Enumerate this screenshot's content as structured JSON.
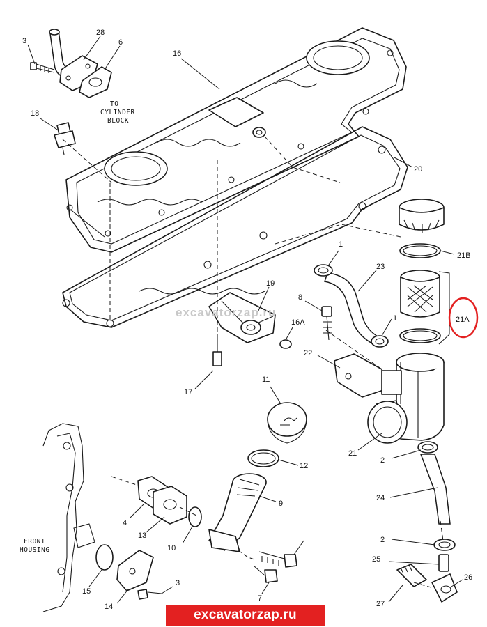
{
  "labels": {
    "p1a": "1",
    "p1b": "1",
    "p2a": "2",
    "p2b": "2",
    "p3a": "3",
    "p3b": "3",
    "p4": "4",
    "p6": "6",
    "p7": "7",
    "p8": "8",
    "p9": "9",
    "p10": "10",
    "p11": "11",
    "p12": "12",
    "p13": "13",
    "p14": "14",
    "p15": "15",
    "p16": "16",
    "p16a": "16A",
    "p17": "17",
    "p18": "18",
    "p19": "19",
    "p20": "20",
    "p21": "21",
    "p21a": "21A",
    "p21b": "21B",
    "p22": "22",
    "p23": "23",
    "p24": "24",
    "p25": "25",
    "p26": "26",
    "p27": "27",
    "p28": "28"
  },
  "notes": {
    "to_cylinder_block": [
      "TO",
      "CYLINDER",
      "BLOCK"
    ],
    "front_housing": [
      "FRONT",
      "HOUSING"
    ]
  },
  "watermark": "excavatorzap.ru",
  "banner": "excavatorzap.ru",
  "colors": {
    "highlight": "#e32121",
    "ink": "#1a1a1a",
    "watermark": "#c8c8c8"
  }
}
